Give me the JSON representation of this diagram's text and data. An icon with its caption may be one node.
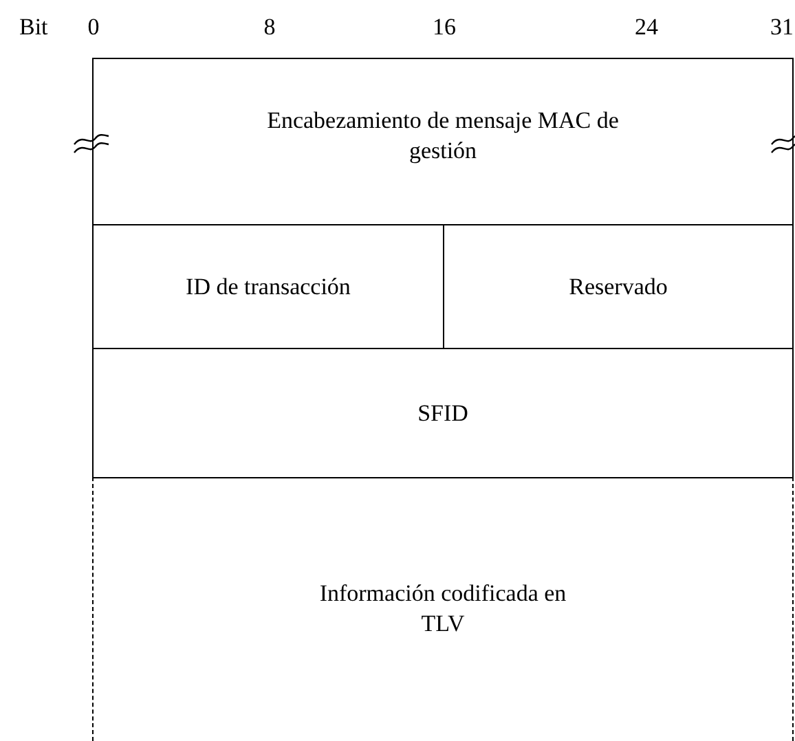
{
  "diagram": {
    "nodes": [
      {
        "text": [
          "Encabezamiento de mensaje MAC de gestión"
        ]
      },
      {
        "text": [
          "ID de transacción"
        ]
      },
      {
        "text": [
          "Reservado"
        ]
      },
      {
        "text": [
          "SFID"
        ]
      },
      {
        "text": [
          "Información codificada en TLV"
        ]
      }
    ],
    "labels": [
      "Bit",
      "0",
      "8",
      "16",
      "24",
      "31"
    ]
  }
}
